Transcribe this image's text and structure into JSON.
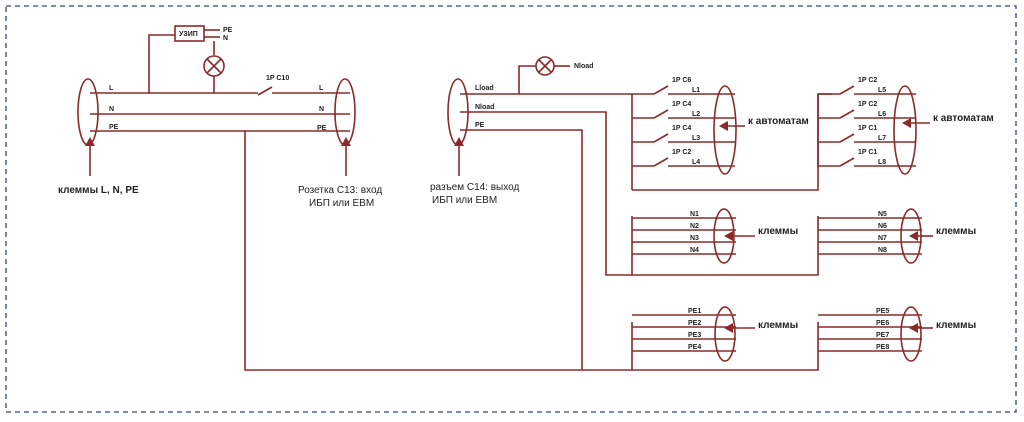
{
  "colors": {
    "wire": "#8b2a2a",
    "frame": "#2f4a6a",
    "text": "#222222"
  },
  "uzip": {
    "label": "УЗИП",
    "pe": "PE",
    "n": "N"
  },
  "left_connector": {
    "l": "L",
    "n": "N",
    "pe": "PE"
  },
  "left_caption": "клеммы L, N, PE",
  "main_breaker": "1P C10",
  "socket": {
    "l": "L",
    "n": "N",
    "pe": "PE",
    "caption_line1": "Розетка С13: вход",
    "caption_line2": "ИБП или EBM"
  },
  "ups_out": {
    "lload": "Lload",
    "nload": "Nload",
    "pe": "PE",
    "caption_line1": "разъем С14: выход",
    "caption_line2": "ИБП или EBM"
  },
  "lamp_label": "Nload",
  "breakers_a": [
    {
      "rating": "1P C6",
      "line": "L1"
    },
    {
      "rating": "1P C4",
      "line": "L2"
    },
    {
      "rating": "1P C4",
      "line": "L3"
    },
    {
      "rating": "1P C2",
      "line": "L4"
    }
  ],
  "breakers_b": [
    {
      "rating": "1P C2",
      "line": "L5"
    },
    {
      "rating": "1P C2",
      "line": "L6"
    },
    {
      "rating": "1P C1",
      "line": "L7"
    },
    {
      "rating": "1P C1",
      "line": "L8"
    }
  ],
  "to_breakers_label": "к автоматам",
  "terminals_label": "клеммы",
  "n_terminals_a": [
    "N1",
    "N2",
    "N3",
    "N4"
  ],
  "n_terminals_b": [
    "N5",
    "N6",
    "N7",
    "N8"
  ],
  "pe_terminals_a": [
    "PE1",
    "PE2",
    "PE3",
    "PE4"
  ],
  "pe_terminals_b": [
    "PE5",
    "PE6",
    "PE7",
    "PE8"
  ]
}
